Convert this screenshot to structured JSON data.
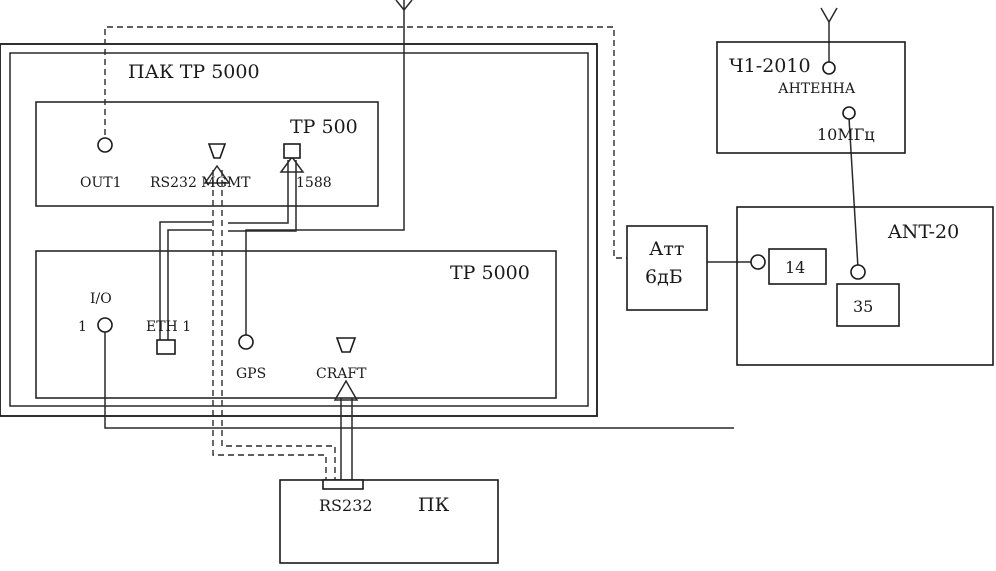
{
  "blocks": {
    "pak": {
      "label": "ПАК ТР 5000"
    },
    "tp500": {
      "label": "ТР 500",
      "ports": {
        "out1": "OUT1",
        "rs232_mgmt": "RS232 MGMT",
        "p1588": "1588"
      }
    },
    "tp5000": {
      "label": "ТР 5000",
      "ports": {
        "io_top": "I/O",
        "io_num": "1",
        "eth": "ETH 1",
        "gps": "GPS",
        "craft": "CRAFT"
      }
    },
    "pc": {
      "label": "ПК",
      "port": "RS232"
    },
    "ch1": {
      "label": "Ч1-2010",
      "antenna": "АНТЕННА",
      "ref": "10МГц"
    },
    "att": {
      "line1": "Атт",
      "line2": "6дБ"
    },
    "ant20": {
      "label": "ANT-20",
      "port14": "14",
      "port35": "35"
    }
  },
  "colors": {
    "ink": "#1a1a1a",
    "paper": "#ffffff"
  }
}
